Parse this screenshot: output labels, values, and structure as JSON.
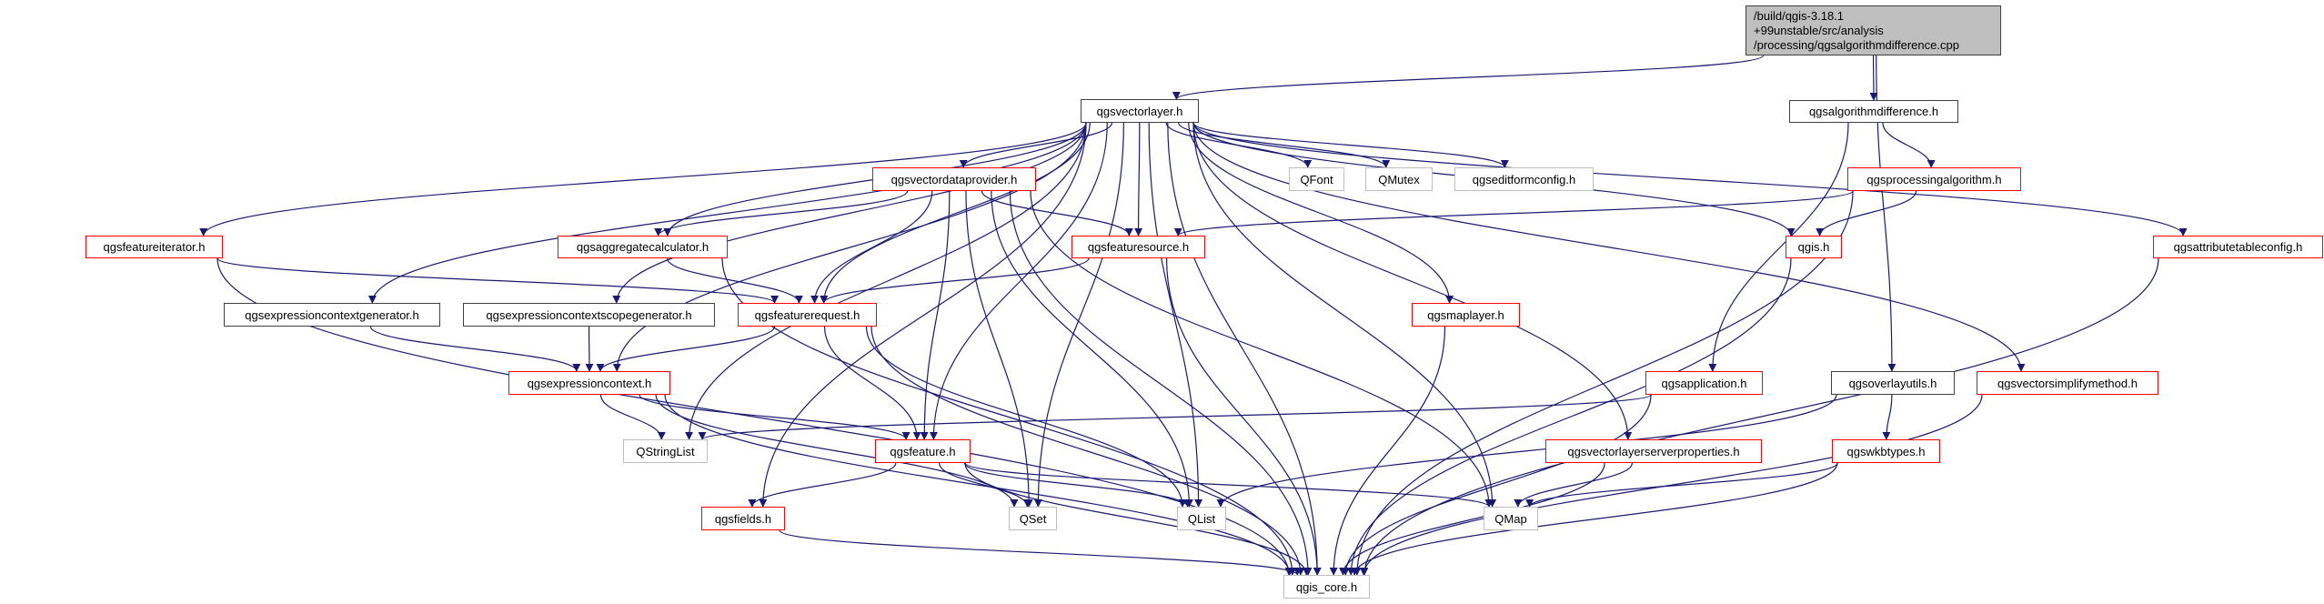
{
  "colors": {
    "edge": "#191970",
    "documented_border": "#ff0000",
    "external_border": "#bfbfbf",
    "plain_border": "#404040",
    "root_fill": "#bfbfbf"
  },
  "root": {
    "lines": [
      "/build/qgis-3.18.1",
      "+99unstable/src/analysis",
      "/processing/qgsalgorithmdifference.cpp"
    ]
  },
  "nodes": [
    {
      "id": "vectorlayer",
      "label": "qgsvectorlayer.h",
      "style": "black"
    },
    {
      "id": "algdiff",
      "label": "qgsalgorithmdifference.h",
      "style": "black"
    },
    {
      "id": "vectordataprovider",
      "label": "qgsvectordataprovider.h",
      "style": "red"
    },
    {
      "id": "qfont",
      "label": "QFont",
      "style": "gray"
    },
    {
      "id": "qmutex",
      "label": "QMutex",
      "style": "gray"
    },
    {
      "id": "editformconfig",
      "label": "qgseditformconfig.h",
      "style": "gray"
    },
    {
      "id": "procalg",
      "label": "qgsprocessingalgorithm.h",
      "style": "red"
    },
    {
      "id": "featureiterator",
      "label": "qgsfeatureiterator.h",
      "style": "red"
    },
    {
      "id": "aggregatecalc",
      "label": "qgsaggregatecalculator.h",
      "style": "red"
    },
    {
      "id": "featuresource",
      "label": "qgsfeaturesource.h",
      "style": "red"
    },
    {
      "id": "qgis",
      "label": "qgis.h",
      "style": "red"
    },
    {
      "id": "attrtable",
      "label": "qgsattributetableconfig.h",
      "style": "red"
    },
    {
      "id": "exprctxgen",
      "label": "qgsexpressioncontextgenerator.h",
      "style": "black"
    },
    {
      "id": "exprscopegen",
      "label": "qgsexpressioncontextscopegenerator.h",
      "style": "black"
    },
    {
      "id": "featurerequest",
      "label": "qgsfeaturerequest.h",
      "style": "red"
    },
    {
      "id": "maplayer",
      "label": "qgsmaplayer.h",
      "style": "red"
    },
    {
      "id": "expressioncontext",
      "label": "qgsexpressioncontext.h",
      "style": "red"
    },
    {
      "id": "application",
      "label": "qgsapplication.h",
      "style": "red"
    },
    {
      "id": "overlayutils",
      "label": "qgsoverlayutils.h",
      "style": "black"
    },
    {
      "id": "simplify",
      "label": "qgsvectorsimplifymethod.h",
      "style": "red"
    },
    {
      "id": "qstringlist",
      "label": "QStringList",
      "style": "gray"
    },
    {
      "id": "feature",
      "label": "qgsfeature.h",
      "style": "red"
    },
    {
      "id": "serverprops",
      "label": "qgsvectorlayerserverproperties.h",
      "style": "red"
    },
    {
      "id": "wkbtypes",
      "label": "qgswkbtypes.h",
      "style": "red"
    },
    {
      "id": "fields",
      "label": "qgsfields.h",
      "style": "red"
    },
    {
      "id": "qset",
      "label": "QSet",
      "style": "gray"
    },
    {
      "id": "qlist",
      "label": "QList",
      "style": "gray"
    },
    {
      "id": "qmap",
      "label": "QMap",
      "style": "gray"
    },
    {
      "id": "qgiscore",
      "label": "qgis_core.h",
      "style": "gray"
    }
  ],
  "edges": [
    [
      "root",
      "vectorlayer"
    ],
    [
      "root",
      "algdiff"
    ],
    [
      "root",
      "overlayutils"
    ],
    [
      "algdiff",
      "procalg"
    ],
    [
      "algdiff",
      "application"
    ],
    [
      "procalg",
      "featuresource"
    ],
    [
      "procalg",
      "qgis"
    ],
    [
      "procalg",
      "qgiscore"
    ],
    [
      "vectorlayer",
      "vectordataprovider"
    ],
    [
      "vectorlayer",
      "qfont"
    ],
    [
      "vectorlayer",
      "qmutex"
    ],
    [
      "vectorlayer",
      "editformconfig"
    ],
    [
      "vectorlayer",
      "featuresource"
    ],
    [
      "vectorlayer",
      "featureiterator"
    ],
    [
      "vectorlayer",
      "aggregatecalc"
    ],
    [
      "vectorlayer",
      "exprctxgen"
    ],
    [
      "vectorlayer",
      "exprscopegen"
    ],
    [
      "vectorlayer",
      "featurerequest"
    ],
    [
      "vectorlayer",
      "expressioncontext"
    ],
    [
      "vectorlayer",
      "qstringlist"
    ],
    [
      "vectorlayer",
      "fields"
    ],
    [
      "vectorlayer",
      "feature"
    ],
    [
      "vectorlayer",
      "qset"
    ],
    [
      "vectorlayer",
      "qlist"
    ],
    [
      "vectorlayer",
      "qgiscore"
    ],
    [
      "vectorlayer",
      "qmap"
    ],
    [
      "vectorlayer",
      "maplayer"
    ],
    [
      "vectorlayer",
      "serverprops"
    ],
    [
      "vectorlayer",
      "qgis"
    ],
    [
      "vectorlayer",
      "simplify"
    ],
    [
      "vectorlayer",
      "attrtable"
    ],
    [
      "vectordataprovider",
      "aggregatecalc"
    ],
    [
      "vectordataprovider",
      "featuresource"
    ],
    [
      "vectordataprovider",
      "featurerequest"
    ],
    [
      "vectordataprovider",
      "feature"
    ],
    [
      "vectordataprovider",
      "qset"
    ],
    [
      "vectordataprovider",
      "qgiscore"
    ],
    [
      "vectordataprovider",
      "qlist"
    ],
    [
      "vectordataprovider",
      "qmap"
    ],
    [
      "featuresource",
      "featurerequest"
    ],
    [
      "featuresource",
      "qgiscore"
    ],
    [
      "featureiterator",
      "featurerequest"
    ],
    [
      "featureiterator",
      "qgiscore"
    ],
    [
      "aggregatecalc",
      "featurerequest"
    ],
    [
      "aggregatecalc",
      "qgiscore"
    ],
    [
      "exprctxgen",
      "expressioncontext"
    ],
    [
      "exprscopegen",
      "expressioncontext"
    ],
    [
      "featurerequest",
      "expressioncontext"
    ],
    [
      "featurerequest",
      "feature"
    ],
    [
      "featurerequest",
      "qlist"
    ],
    [
      "featurerequest",
      "qgiscore"
    ],
    [
      "expressioncontext",
      "qstringlist"
    ],
    [
      "expressioncontext",
      "feature"
    ],
    [
      "expressioncontext",
      "qset"
    ],
    [
      "expressioncontext",
      "qgiscore"
    ],
    [
      "feature",
      "fields"
    ],
    [
      "feature",
      "qset"
    ],
    [
      "feature",
      "qlist"
    ],
    [
      "feature",
      "qmap"
    ],
    [
      "feature",
      "qgiscore"
    ],
    [
      "fields",
      "qgiscore"
    ],
    [
      "maplayer",
      "qgiscore"
    ],
    [
      "qgis",
      "qgiscore"
    ],
    [
      "application",
      "qstringlist"
    ],
    [
      "application",
      "qgiscore"
    ],
    [
      "overlayutils",
      "qlist"
    ],
    [
      "overlayutils",
      "wkbtypes"
    ],
    [
      "wkbtypes",
      "qmap"
    ],
    [
      "wkbtypes",
      "qgiscore"
    ],
    [
      "serverprops",
      "qmap"
    ],
    [
      "serverprops",
      "qgiscore"
    ],
    [
      "simplify",
      "qgiscore"
    ],
    [
      "attrtable",
      "qgiscore"
    ]
  ]
}
